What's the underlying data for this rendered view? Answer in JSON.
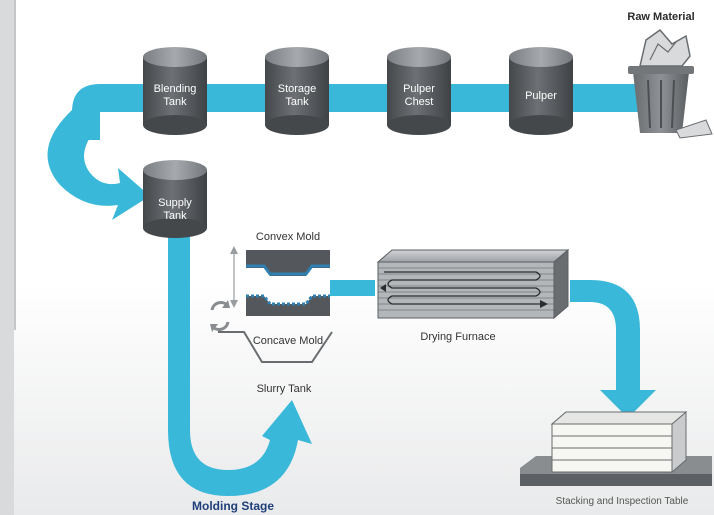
{
  "raw_material": "Raw Material",
  "tanks": {
    "blending": [
      "Blending",
      "Tank"
    ],
    "storage": [
      "Storage",
      "Tank"
    ],
    "pulper_chest": [
      "Pulper",
      "Chest"
    ],
    "pulper": [
      "Pulper"
    ],
    "supply": [
      "Supply",
      "Tank"
    ]
  },
  "labels": {
    "convex_mold": "Convex Mold",
    "concave_mold": "Concave Mold",
    "slurry_tank": "Slurry Tank",
    "drying_furnace": "Drying Furnace",
    "molding_stage": "Molding Stage",
    "stacking_table": "Stacking and Inspection Table"
  },
  "colors": {
    "flow": "#3ab8d9",
    "tank_top": "#8a8d90",
    "tank_body": "#5c5f63",
    "mold_blue": "#2f7fb0",
    "molding_stage_text": "#1f3f7a"
  }
}
